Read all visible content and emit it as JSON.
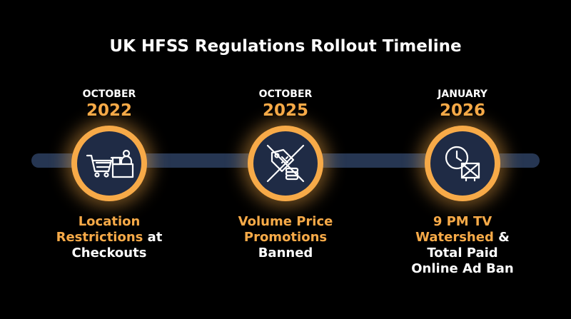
{
  "title": "UK HFSS Regulations Rollout Timeline",
  "colors": {
    "accent": "#f7aa48",
    "track": "#263652",
    "node_fill": "#1f2b45",
    "background": "#000000"
  },
  "milestones": [
    {
      "month": "OCTOBER",
      "year": "2022",
      "icon": "checkout-cart-icon",
      "caption": {
        "l1": "Location",
        "l2a": "Restrictions",
        "l2b": " at",
        "l3": "Checkouts",
        "l4": ""
      }
    },
    {
      "month": "OCTOBER",
      "year": "2025",
      "icon": "no-price-promotion-icon",
      "caption": {
        "l1": "Volume Price",
        "l2a": "Promotions",
        "l2b": "",
        "l3": "Banned",
        "l4": ""
      }
    },
    {
      "month": "JANUARY",
      "year": "2026",
      "icon": "clock-no-tv-icon",
      "caption": {
        "l1": "9 PM TV",
        "l2a": "Watershed",
        "l2b": " &",
        "l3": "Total Paid",
        "l4": "Online Ad Ban"
      }
    }
  ]
}
